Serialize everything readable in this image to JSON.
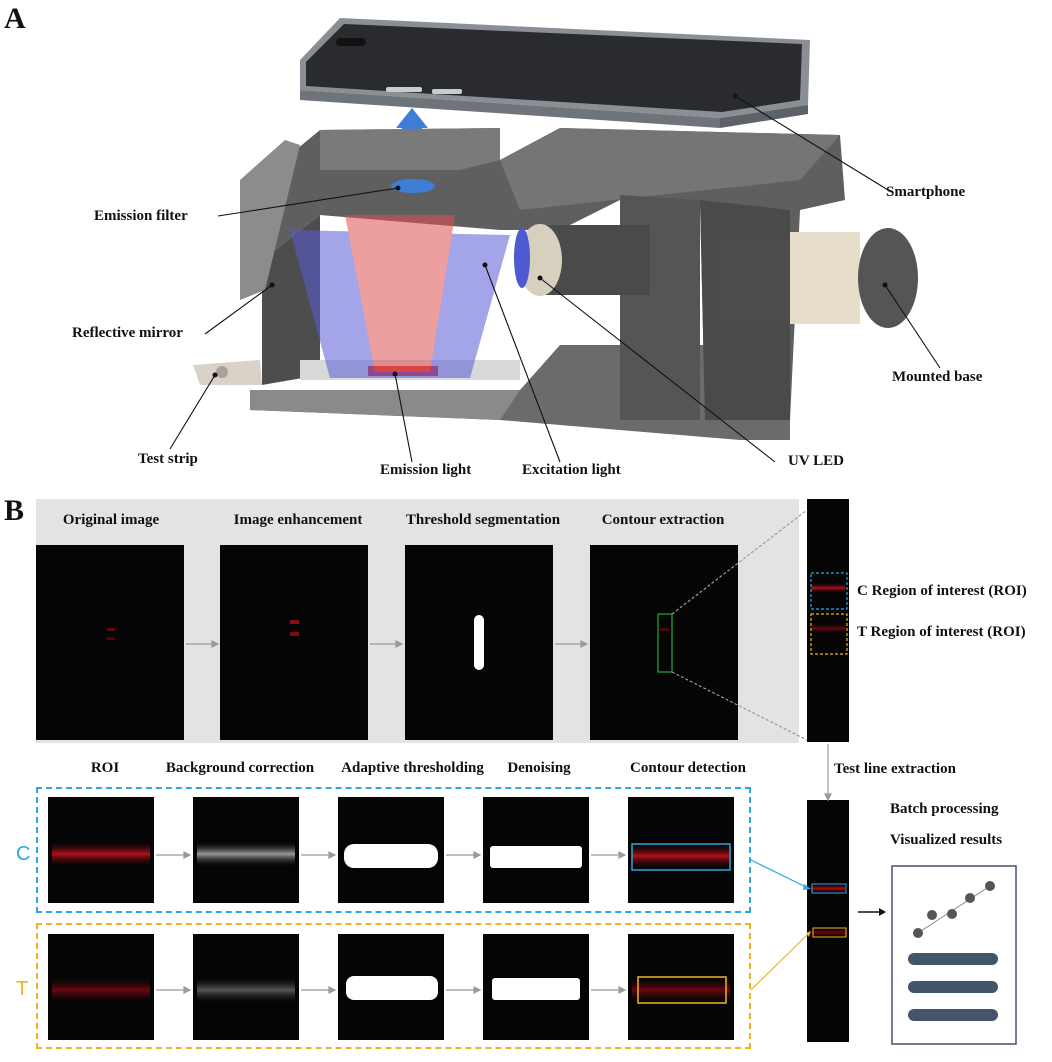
{
  "panels": {
    "a": "A",
    "b": "B"
  },
  "device_labels": {
    "smartphone": "Smartphone",
    "emission_filter": "Emission filter",
    "reflective_mirror": "Reflective mirror",
    "mounted_base": "Mounted base",
    "test_strip": "Test strip",
    "emission_light": "Emission light",
    "excitation_light": "Excitation light",
    "uv_led": "UV LED"
  },
  "pipeline_steps": [
    "Original image",
    "Image enhancement",
    "Threshold segmentation",
    "Contour extraction"
  ],
  "roi_labels": {
    "c": "C Region of interest (ROI)",
    "t": "T Region of interest (ROI)"
  },
  "processing_steps": [
    "ROI",
    "Background correction",
    "Adaptive thresholding",
    "Denoising",
    "Contour detection"
  ],
  "test_line_extraction": "Test line extraction",
  "batch_processing": "Batch processing",
  "visualized_results": "Visualized results",
  "rows": {
    "c": "C",
    "t": "T"
  },
  "colors": {
    "c_dash": "#2aa8e0",
    "t_dash": "#f0b323",
    "device_grey": "#6e6e6e",
    "excitation": "#5a5ad6",
    "emission": "#e05050",
    "result_bar": "#44546a"
  }
}
